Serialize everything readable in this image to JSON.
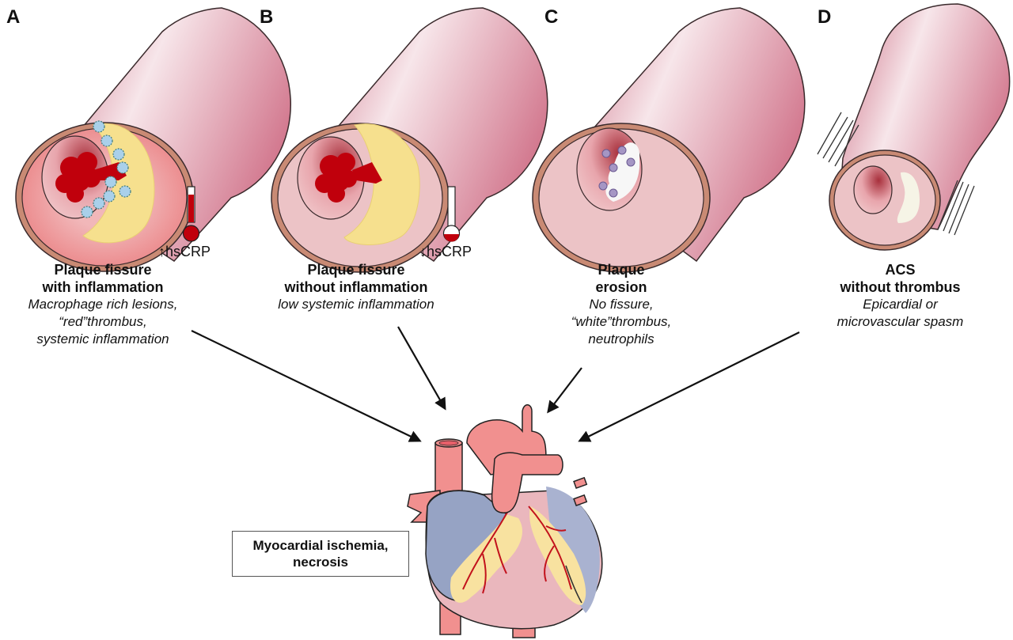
{
  "figure": {
    "panels": [
      {
        "id": "A",
        "letter": "A",
        "title_line1": "Plaque fissure",
        "title_line2": "with inflammation",
        "desc_lines": [
          "Macrophage rich lesions,",
          "“red”thrombus,",
          "systemic inflammation"
        ],
        "crp_label": "hsCRP",
        "crp_direction": "up",
        "thermometer_fill": 0.8
      },
      {
        "id": "B",
        "letter": "B",
        "title_line1": "Plaque fissure",
        "title_line2": "without inflammation",
        "desc_lines": [
          "low systemic inflammation"
        ],
        "crp_label": "hsCRP",
        "crp_direction": "down",
        "thermometer_fill": 0.1
      },
      {
        "id": "C",
        "letter": "C",
        "title_line1": "Plaque",
        "title_line2": "erosion",
        "desc_lines": [
          "No fissure,",
          "“white”thrombus,",
          "neutrophils"
        ]
      },
      {
        "id": "D",
        "letter": "D",
        "title_line1": "ACS",
        "title_line2": "without thrombus",
        "desc_lines": [
          "Epicardial or",
          "microvascular spasm"
        ]
      }
    ],
    "outcome": {
      "line1": "Myocardial ischemia,",
      "line2": "necrosis"
    },
    "icons": {
      "arrow_up": "↑",
      "arrow_down": "↓"
    },
    "colors": {
      "vessel_outer": "#d98a9c",
      "vessel_highlight": "#f6e4e8",
      "vessel_wall_ring": "#c98a74",
      "intima": "#ecc3c6",
      "inflamed_intima": "#f0a2a4",
      "lipid_core": "#f6e08e",
      "red_thrombus": "#c0000c",
      "macrophage": "#a9d0ea",
      "white_thrombus": "#f7f7f7",
      "neutrophil": "#a596c4",
      "heart_pink": "#f1908f",
      "heart_blue": "#96a3c4",
      "ischemia_yellow": "#f8e2a0",
      "coronary_red": "#c2121c"
    }
  }
}
